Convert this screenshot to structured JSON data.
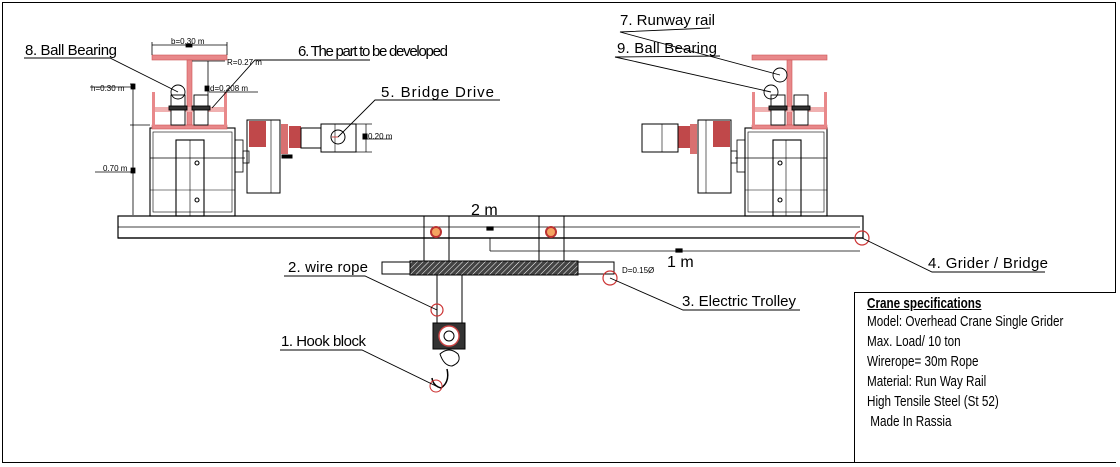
{
  "diagram": {
    "callouts": {
      "hook_block": "1. Hook block",
      "wire_rope": "2. wire rope",
      "electric_trolley": "3. Electric Trolley",
      "girder_bridge": "4. Grider / Bridge",
      "bridge_drive": "5. Bridge Drive",
      "part_to_develop": "6. The part to be developed",
      "runway_rail": "7. Runway rail",
      "ball_bearing_left": "8. Ball Bearing",
      "ball_bearing_right": "9. Ball Bearing"
    },
    "dimensions": {
      "b": "b=0.30 m",
      "r": "R=0.27 m",
      "h": "h=0.30 m",
      "d": "d=0.208 m",
      "height_070": "0.70 m",
      "drive_020": "0.20 m",
      "span_2m": "2 m",
      "span_1m": "1 m",
      "rope_dia": "D=0.15Ø"
    },
    "colors": {
      "rail_red": "#e8888a",
      "gear_red": "#c0484a",
      "callout_circle": "#cc3333",
      "line": "#000000"
    }
  },
  "specs": {
    "title": "Crane specifications",
    "lines": [
      "Model: Overhead Crane Single Grider",
      "Max. Load/ 10 ton",
      "Wirerope= 30m Rope",
      "Material: Run  Way Rail",
      "High Tensile Steel (St 52)",
      " Made In Rassia"
    ]
  }
}
